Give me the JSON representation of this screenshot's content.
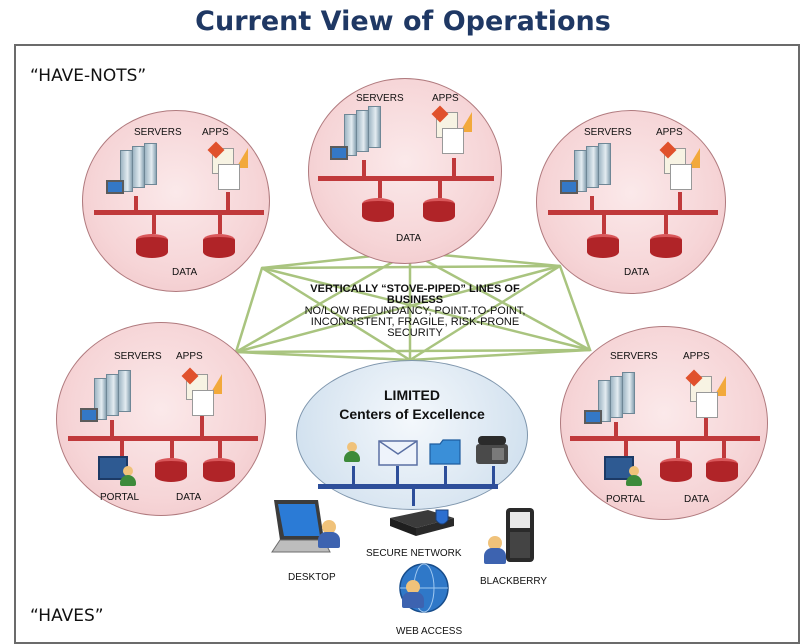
{
  "title": "Current View of Operations",
  "have_nots_label": "“HAVE-NOTS”",
  "haves_label": "“HAVES”",
  "labels": {
    "servers": "SERVERS",
    "apps": "APPS",
    "data": "DATA",
    "portal": "PORTAL"
  },
  "center": {
    "heading_line1": "VERTICALLY “STOVE-PIPED” LINES OF",
    "heading_line2": "BUSINESS",
    "desc_line1": "NO/LOW  REDUNDANCY, POINT-TO-POINT,",
    "desc_line2": "INCONSISTENT, FRAGILE, RISK-PRONE",
    "desc_line3": "SECURITY"
  },
  "coe": {
    "line1": "LIMITED",
    "line2": "Centers of Excellence"
  },
  "endpoints": {
    "secure_network": "SECURE NETWORK",
    "desktop": "DESKTOP",
    "blackberry": "BLACKBERRY",
    "web_access": "WEB ACCESS"
  },
  "colors": {
    "title": "#1f3864",
    "cluster_fill": "#f6d5d7",
    "cluster_bus": "#c0393b",
    "coe_fill": "#dbe7f2",
    "coe_bus": "#2d4e9a",
    "web_lines": "#a9c47f"
  }
}
